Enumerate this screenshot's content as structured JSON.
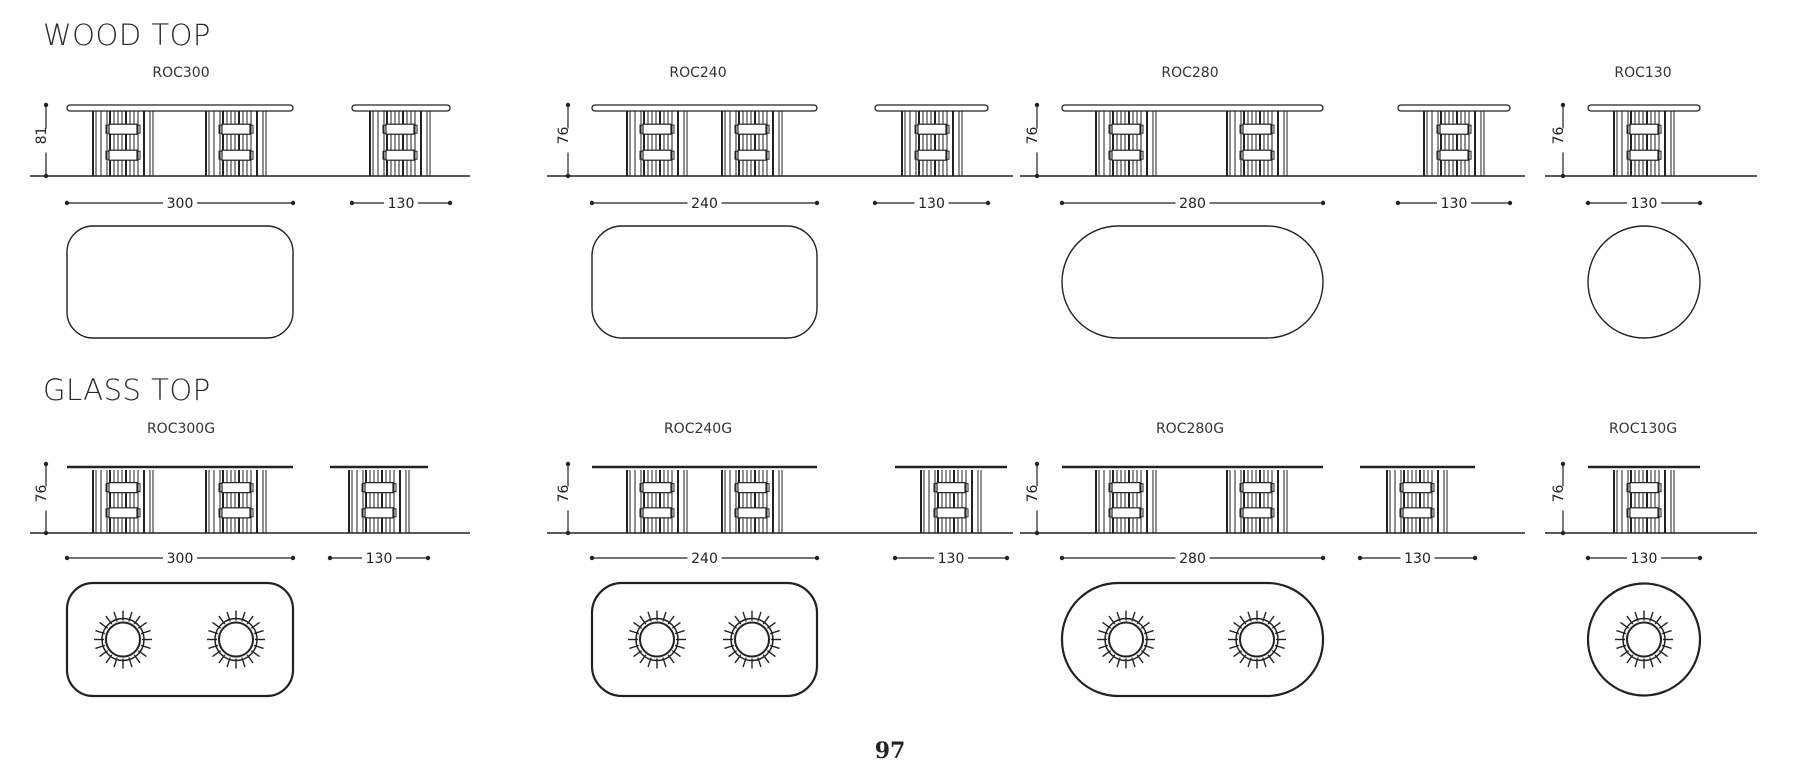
{
  "page_number": "97",
  "sections": [
    {
      "title": "WOOD TOP",
      "top_type": "wood",
      "models": [
        {
          "code": "ROC300",
          "height": "81",
          "length": "300",
          "width": "130",
          "plan": "rounded-rectangle",
          "bases": 2
        },
        {
          "code": "ROC240",
          "height": "76",
          "length": "240",
          "width": "130",
          "plan": "rounded-rectangle",
          "bases": 2
        },
        {
          "code": "ROC280",
          "height": "76",
          "length": "280",
          "width": "130",
          "plan": "oval",
          "bases": 2
        },
        {
          "code": "ROC130",
          "height": "76",
          "length": "130",
          "width": null,
          "plan": "round",
          "bases": 1
        }
      ]
    },
    {
      "title": "GLASS TOP",
      "top_type": "glass",
      "models": [
        {
          "code": "ROC300G",
          "height": "76",
          "length": "300",
          "width": "130",
          "plan": "rounded-rectangle",
          "bases": 2
        },
        {
          "code": "ROC240G",
          "height": "76",
          "length": "240",
          "width": "130",
          "plan": "rounded-rectangle",
          "bases": 2
        },
        {
          "code": "ROC280G",
          "height": "76",
          "length": "280",
          "width": "130",
          "plan": "oval",
          "bases": 2
        },
        {
          "code": "ROC130G",
          "height": "76",
          "length": "130",
          "width": null,
          "plan": "round",
          "bases": 1
        }
      ]
    }
  ]
}
